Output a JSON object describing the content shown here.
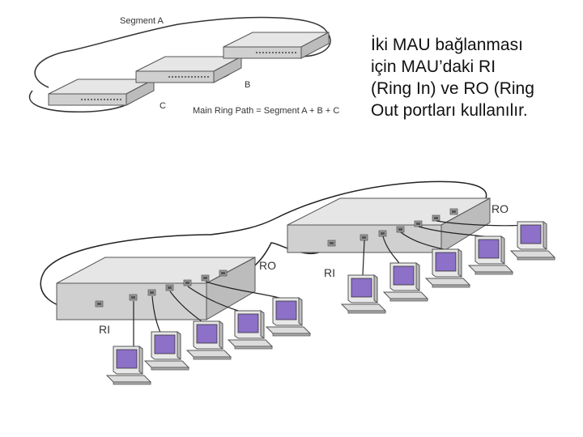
{
  "caption": {
    "lines": [
      "İki MAU bağlanması",
      "için MAU’daki RI",
      "(Ring In) ve RO (Ring",
      "Out portları kullanılır."
    ]
  },
  "top_diagram": {
    "segment_a": "Segment A",
    "label_b": "B",
    "label_c": "C",
    "ring_path": "Main Ring Path = Segment A + B + C"
  },
  "bottom_diagram": {
    "left_mau": {
      "ri": "RI",
      "ro": "RO"
    },
    "right_mau": {
      "ri": "RI",
      "ro": "RO"
    }
  },
  "colors": {
    "mau_top": "#e6e6e6",
    "mau_front": "#d0d0d0",
    "screen": "#8d70c8",
    "cable": "#222222"
  }
}
